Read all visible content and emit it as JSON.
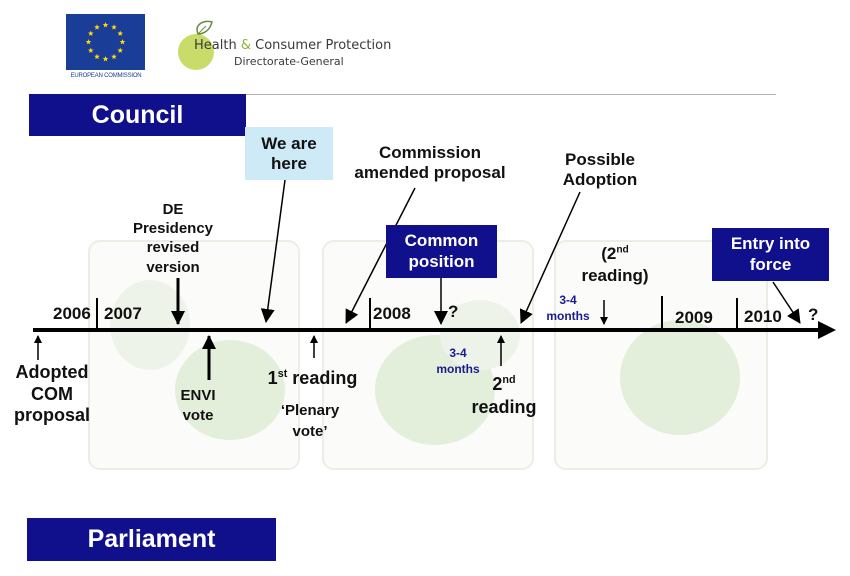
{
  "header": {
    "eu_logo_text": "EUROPEAN COMMISSION",
    "dg_line1_a": "Health",
    "dg_line1_amp": "&",
    "dg_line1_b": "Consumer Protection",
    "dg_line2": "Directorate-General"
  },
  "council_label": "Council",
  "parliament_label": "Parliament",
  "timeline": {
    "years": [
      "2006",
      "2007",
      "2008",
      "2009",
      "2010"
    ],
    "question_mark": "?",
    "we_are_here": [
      "We are",
      "here"
    ],
    "commission_amended": [
      "Commission",
      "amended proposal"
    ],
    "possible_adoption": [
      "Possible",
      "Adoption"
    ],
    "de_presidency": [
      "DE",
      "Presidency",
      "revised",
      "version"
    ],
    "common_position": [
      "Common",
      "position"
    ],
    "second_reading_council": {
      "open": "(2",
      "sup": "nd",
      "rest": "reading)"
    },
    "entry_into_force": [
      "Entry into",
      "force"
    ],
    "months_top": [
      "3-4",
      "months"
    ],
    "months_bottom": [
      "3-4",
      "months"
    ],
    "adopted_com": [
      "Adopted",
      "COM",
      "proposal"
    ],
    "envi_vote": [
      "ENVI",
      "vote"
    ],
    "first_reading": {
      "num": "1",
      "sup": "st",
      "rest": " reading"
    },
    "plenary_vote": [
      "‘Plenary",
      "vote’"
    ],
    "second_reading_parl": {
      "num": "2",
      "sup": "nd",
      "rest": "reading"
    }
  },
  "colors": {
    "navy": "#10108c",
    "light_blue_box": "#cfeaf7",
    "text_blue": "#1b1b8f"
  }
}
